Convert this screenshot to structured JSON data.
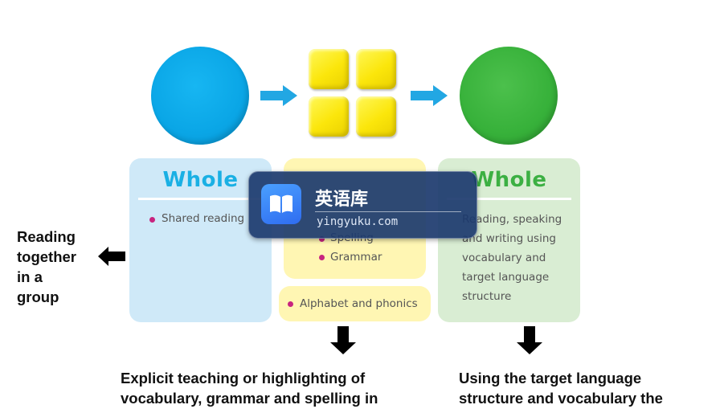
{
  "panels": {
    "left": {
      "title": "Whole",
      "bullets": [
        "Shared reading"
      ]
    },
    "middle": {
      "bullets": [
        "Spelling",
        "Grammar"
      ],
      "extra_bullet": "Alphabet and phonics"
    },
    "right": {
      "title": "Whole",
      "lines": [
        "Reading, speaking",
        "and writing using",
        "vocabulary and",
        "target language",
        "structure"
      ]
    }
  },
  "side_label": [
    "Reading",
    "together",
    "in a",
    "group"
  ],
  "caption_middle": [
    "Explicit teaching or highlighting of",
    "vocabulary, grammar and spelling in"
  ],
  "caption_right": [
    "Using the target language",
    "structure and vocabulary the"
  ],
  "watermark": {
    "title": "英语库",
    "url": "yingyuku.com"
  },
  "colors": {
    "blue": "#0aa6e6",
    "yellow": "#fbe60b",
    "green": "#37b13a",
    "arrow_blue": "#22a7e3",
    "bullet": "#c8247f",
    "title_blue": "#1ab0e4",
    "title_green": "#3cb043"
  },
  "icons": {
    "flow_arrows": "right-arrow-icon",
    "down_arrows": "down-arrow-icon",
    "left_arrow": "left-arrow-icon",
    "watermark_logo": "book-icon"
  }
}
